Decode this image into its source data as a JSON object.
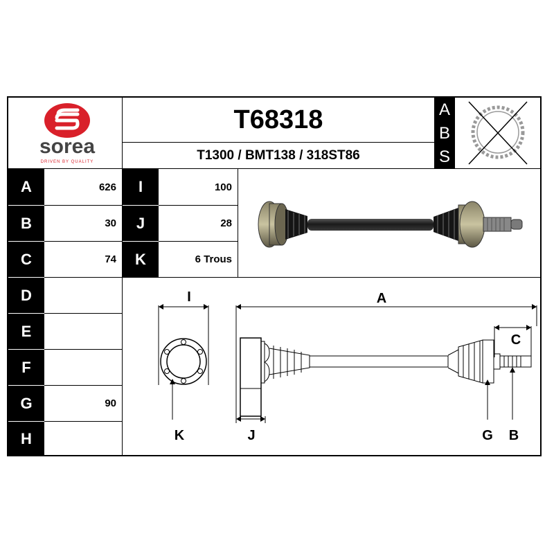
{
  "brand": {
    "name": "sorea",
    "tagline": "DRIVEN BY QUALITY",
    "logo_color": "#d9202a"
  },
  "header": {
    "part_number": "T68318",
    "references": "T1300 / BMT138 / 318ST86"
  },
  "abs_letters": [
    "A",
    "B",
    "S"
  ],
  "abs_symbol": "abs-ring-crossed-icon",
  "specs_left": [
    {
      "key": "A",
      "value": "626"
    },
    {
      "key": "B",
      "value": "30"
    },
    {
      "key": "C",
      "value": "74"
    },
    {
      "key": "D",
      "value": ""
    },
    {
      "key": "E",
      "value": ""
    },
    {
      "key": "F",
      "value": ""
    },
    {
      "key": "G",
      "value": "90"
    },
    {
      "key": "H",
      "value": ""
    }
  ],
  "specs_mid": [
    {
      "key": "I",
      "value": "100"
    },
    {
      "key": "J",
      "value": "28"
    },
    {
      "key": "K",
      "value": "6 Trous"
    }
  ],
  "diagram": {
    "labels": [
      "I",
      "A",
      "C",
      "K",
      "J",
      "G",
      "B"
    ]
  }
}
